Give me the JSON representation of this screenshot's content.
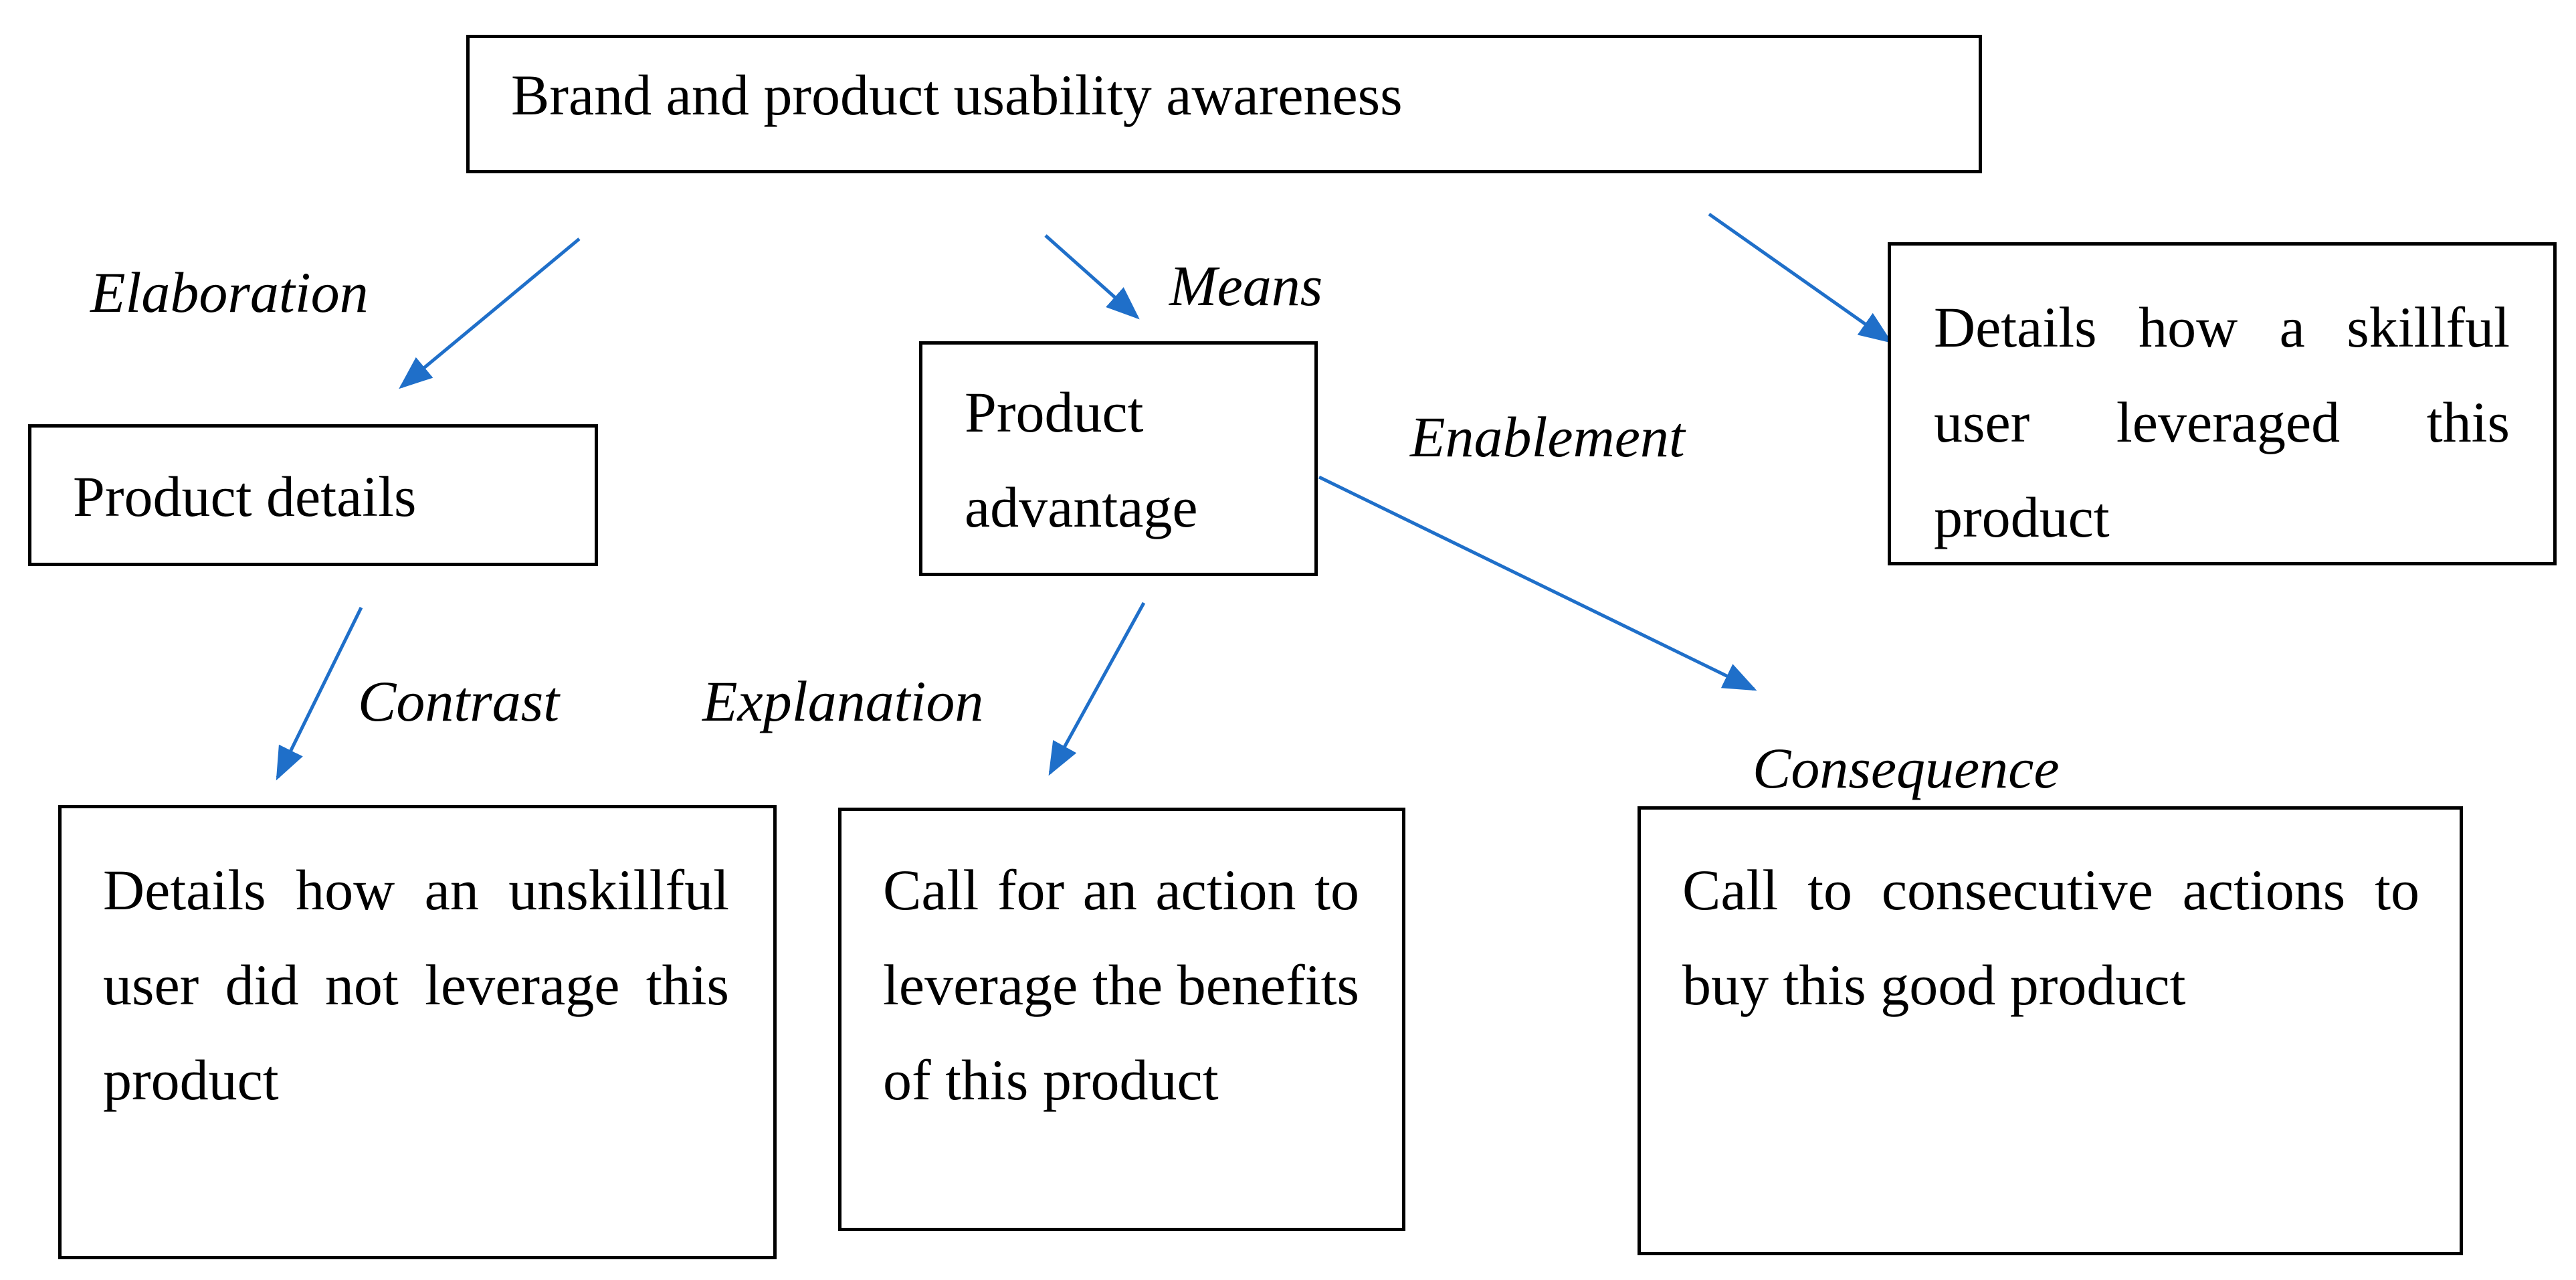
{
  "diagram": {
    "arrow_color": "#1f6fc9",
    "nodes": {
      "root": "Brand and product usability awareness",
      "skillful_user": "Details how a skillful user leveraged this product",
      "product_advantage": "Product advantage",
      "product_details": "Product details",
      "unskillful_user": "Details how an unskillful user did not leverage this product",
      "call_for_action": "Call for an action to leverage the benefits of this product",
      "consecutive_actions": "Call to consecutive actions to buy this good product"
    },
    "relations": {
      "elaboration": "Elaboration",
      "means": "Means",
      "enablement": "Enablement",
      "contrast": "Contrast",
      "explanation": "Explanation",
      "consequence": "Consequence"
    }
  }
}
